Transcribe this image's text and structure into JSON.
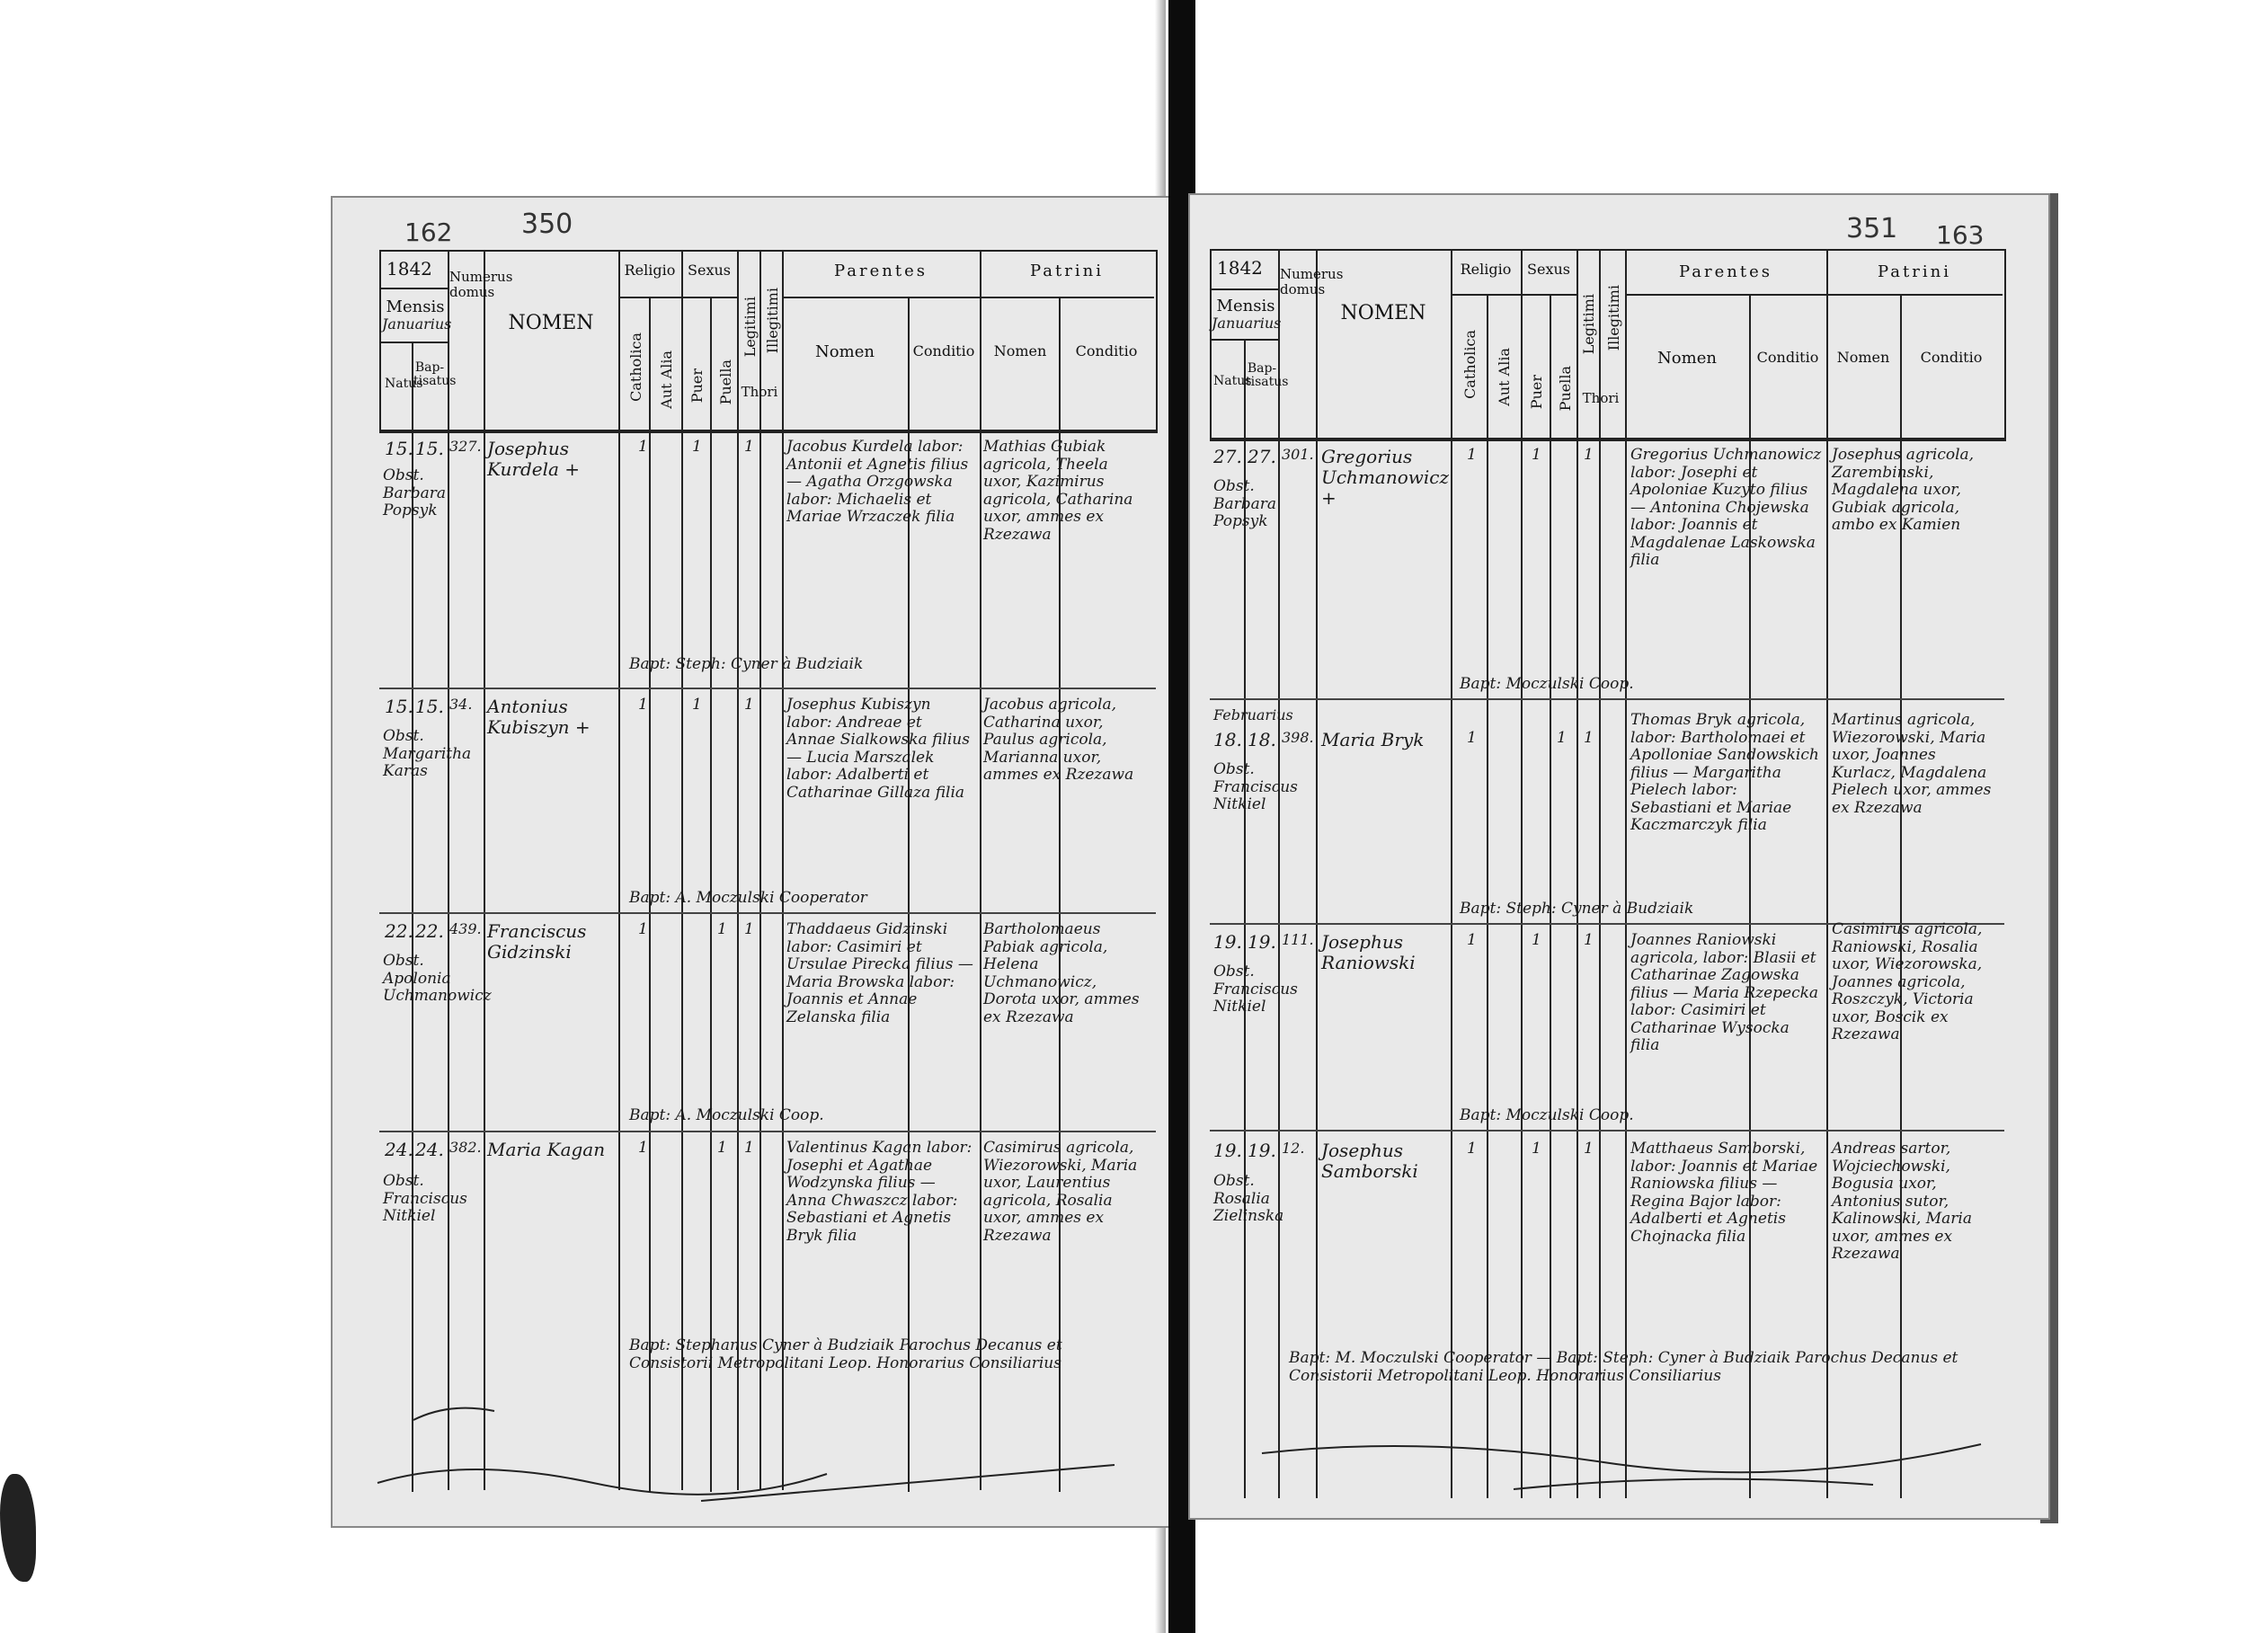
{
  "left_page": {
    "folio_number": "162",
    "page_number": "350",
    "year": "1842",
    "month_handwritten": "Januarius",
    "headers": {
      "mensis": "Mensis",
      "natus": "Natus",
      "baptisatus": "Bap-tisatus",
      "numerus_domus": "Numerus domus",
      "nomen": "NOMEN",
      "religio": "Religio",
      "catholica": "Catholica",
      "aut_alia": "Aut Alia",
      "sexus": "Sexus",
      "puer": "Puer",
      "puella": "Puella",
      "legitimi": "Legitimi",
      "illegitimi": "Illegitimi",
      "thori": "Thori",
      "parentes": "Parentes",
      "patrini": "Patrini",
      "nomen_col": "Nomen",
      "conditio": "Conditio"
    },
    "entries": [
      {
        "natus": "15.",
        "baptisatus": "15.",
        "domus": "327.",
        "obst": "Obst. Barbara Popsyk",
        "nomen": "Josephus Kurdela +",
        "parents": "Jacobus Kurdela labor: Antonii et Agnetis filius — Agatha Orzgowska labor: Michaelis et Mariae Wrzaczek filia",
        "patrini": "Mathias Gubiak agricola, Theela uxor, Kazimirus agricola, Catharina uxor, ammes ex Rzezawa",
        "baptizavit": "Bapt: Steph: Cyner à Budziaik"
      },
      {
        "natus": "15.",
        "baptisatus": "15.",
        "domus": "34.",
        "obst": "Obst. Margaritha Karas",
        "nomen": "Antonius Kubiszyn +",
        "parents": "Josephus Kubiszyn labor: Andreae et Annae Sialkowska filius — Lucia Marszalek labor: Adalberti et Catharinae Gillaza filia",
        "patrini": "Jacobus agricola, Catharina uxor, Paulus agricola, Marianna uxor, ammes ex Rzezawa",
        "baptizavit": "Bapt: A. Moczulski Cooperator"
      },
      {
        "natus": "22.",
        "baptisatus": "22.",
        "domus": "439.",
        "obst": "Obst. Apolonia Uchmanowicz",
        "nomen": "Franciscus Gidzinski",
        "parents": "Thaddaeus Gidzinski labor: Casimiri et Ursulae Pirecka filius — Maria Browska labor: Joannis et Annae Zelanska filia",
        "patrini": "Bartholomaeus Pabiak agricola, Helena Uchmanowicz, Dorota uxor, ammes ex Rzezawa",
        "baptizavit": "Bapt: A. Moczulski Coop."
      },
      {
        "natus": "24.",
        "baptisatus": "24.",
        "domus": "382.",
        "obst": "Obst. Franciscus Nitkiel",
        "nomen": "Maria Kagan",
        "parents": "Valentinus Kagan labor: Josephi et Agathae Wodzynska filius — Anna Chwaszcz labor: Sebastiani et Agnetis Bryk filia",
        "patrini": "Casimirus agricola, Wiezorowski, Maria uxor, Laurentius agricola, Rosalia uxor, ammes ex Rzezawa",
        "baptizavit": "Bapt: Stephanus Cyner à Budziaik Parochus Decanus et Consistorii Metropolitani Leop. Honorarius Consiliarius"
      }
    ]
  },
  "right_page": {
    "folio_number": "163",
    "page_number": "351",
    "year": "1842",
    "month_handwritten": "Januarius",
    "month2_handwritten": "Februarius",
    "headers": {
      "mensis": "Mensis",
      "natus": "Natus",
      "baptisatus": "Bap-tisatus",
      "numerus_domus": "Numerus domus",
      "nomen": "NOMEN",
      "religio": "Religio",
      "catholica": "Catholica",
      "aut_alia": "Aut Alia",
      "sexus": "Sexus",
      "puer": "Puer",
      "puella": "Puella",
      "legitimi": "Legitimi",
      "illegitimi": "Illegitimi",
      "thori": "Thori",
      "parentes": "Parentes",
      "patrini": "Patrini",
      "nomen_col": "Nomen",
      "conditio": "Conditio"
    },
    "entries": [
      {
        "natus": "27.",
        "baptisatus": "27.",
        "domus": "301.",
        "obst": "Obst. Barbara Popsyk",
        "nomen": "Gregorius Uchmanowicz +",
        "parents": "Gregorius Uchmanowicz labor: Josephi et Apoloniae Kuzyto filius — Antonina Chojewska labor: Joannis et Magdalenae Laskowska filia",
        "patrini": "Josephus agricola, Zarembinski, Magdalena uxor, Gubiak agricola, ambo ex Kamien",
        "baptizavit": "Bapt: Moczulski Coop."
      },
      {
        "natus": "18.",
        "baptisatus": "18.",
        "domus": "398.",
        "obst": "Obst. Franciscus Nitkiel",
        "nomen": "Maria Bryk",
        "parents": "Thomas Bryk agricola, labor: Bartholomaei et Apolloniae Sandowskich filius — Margaritha Pielech labor: Sebastiani et Mariae Kaczmarczyk filia",
        "patrini": "Martinus agricola, Wiezorowski, Maria uxor, Joannes Kurlacz, Magdalena Pielech uxor, ammes ex Rzezawa",
        "baptizavit": "Bapt: Steph: Cyner à Budziaik"
      },
      {
        "natus": "19.",
        "baptisatus": "19.",
        "domus": "111.",
        "obst": "Obst. Franciscus Nitkiel",
        "nomen": "Josephus Raniowski",
        "parents": "Joannes Raniowski agricola, labor: Blasii et Catharinae Zagowska filius — Maria Rzepecka labor: Casimiri et Catharinae Wysocka filia",
        "patrini": "Casimirus agricola, Raniowski, Rosalia uxor, Wiezorowska, Joannes agricola, Roszczyk, Victoria uxor, Boscik ex Rzezawa",
        "baptizavit": "Bapt: Moczulski Coop."
      },
      {
        "natus": "19.",
        "baptisatus": "19.",
        "domus": "12.",
        "obst": "Obst. Rosalia Zielinska",
        "nomen": "Josephus Samborski",
        "parents": "Matthaeus Samborski, labor: Joannis et Mariae Raniowska filius — Regina Bajor labor: Adalberti et Agnetis Chojnacka filia",
        "patrini": "Andreas sartor, Wojciechowski, Bogusia uxor, Antonius sutor, Kalinowski, Maria uxor, ammes ex Rzezawa",
        "baptizavit": "Bapt: M. Moczulski Cooperator — Bapt: Steph: Cyner à Budziaik Parochus Decanus et Consistorii Metropolitani Leop. Honorarius Consiliarius"
      }
    ]
  }
}
